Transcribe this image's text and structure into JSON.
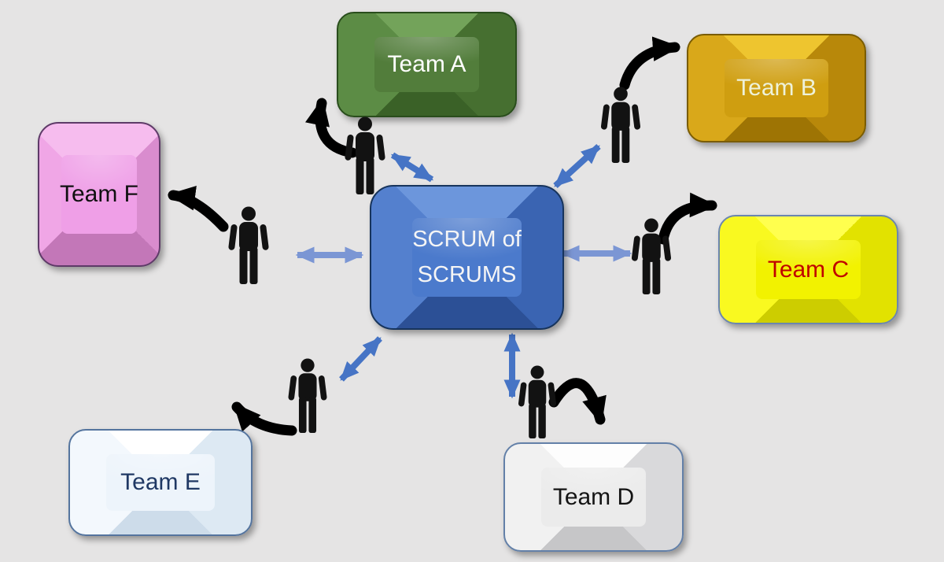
{
  "canvas": {
    "background": "#E5E4E4"
  },
  "center": {
    "label": "SCRUM of SCRUMS",
    "colors": {
      "center": "#4B7ACC",
      "top": "#6C96DC",
      "left": "#5480CE",
      "right": "#3A64B2",
      "bottom": "#2C5096",
      "border": "#17345C",
      "text": "#F5F5F5"
    }
  },
  "teams": [
    {
      "label": "Team A",
      "colors": {
        "center": "#527D3B",
        "top": "#73A35A",
        "left": "#5C8C45",
        "right": "#466F30",
        "bottom": "#3A6127",
        "border": "#294D1C",
        "text": "#FFFFFF"
      }
    },
    {
      "label": "Team B",
      "colors": {
        "center": "#CF9E10",
        "top": "#EEC52F",
        "left": "#D9A81A",
        "right": "#B8880A",
        "bottom": "#9E7404",
        "border": "#7A5C02",
        "text": "#EEF2DA"
      }
    },
    {
      "label": "Team C",
      "colors": {
        "center": "#F2F200",
        "top": "#FFFF4E",
        "left": "#F9F920",
        "right": "#E2E200",
        "bottom": "#CDCD00",
        "border": "#6B86AE",
        "text": "#C00000"
      }
    },
    {
      "label": "Team D",
      "colors": {
        "center": "#EBEBEB",
        "top": "#FDFDFD",
        "left": "#F1F1F1",
        "right": "#D9D9DB",
        "bottom": "#C6C6C8",
        "border": "#6380A8",
        "text": "#141414"
      }
    },
    {
      "label": "Team E",
      "colors": {
        "center": "#EDF4FB",
        "top": "#FFFFFF",
        "left": "#F3F8FD",
        "right": "#DDE9F3",
        "bottom": "#CDDCEA",
        "border": "#54749E",
        "text": "#1F3864"
      }
    },
    {
      "label": "Team F",
      "colors": {
        "center": "#EF9FE7",
        "top": "#F6BCEE",
        "left": "#F0A6E6",
        "right": "#D98CCE",
        "bottom": "#C377B8",
        "border": "#5E3A68",
        "text": "#101010"
      }
    }
  ],
  "arrows": {
    "double_arrow_color": "#4674C5",
    "double_arrow_color_light": "#7B96D4",
    "curved_arrow_color": "#000000",
    "person_icon_color": "#121212"
  },
  "icons": {
    "person": "scrum-master-person-pictogram",
    "curved": "black-curved-handoff-arrow",
    "double": "blue-double-headed-communication-arrow"
  }
}
